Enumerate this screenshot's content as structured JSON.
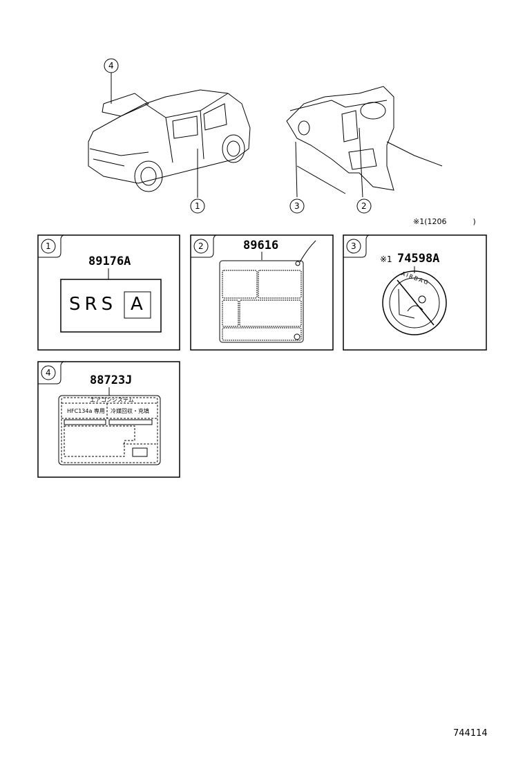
{
  "callouts": [
    "1",
    "2",
    "3",
    "4"
  ],
  "note": {
    "mark": "※1",
    "text": "(1206",
    "close": ")"
  },
  "panels": [
    {
      "index": "1",
      "part_number": "89176A",
      "label_text": "SRS",
      "label_box": "A"
    },
    {
      "index": "2",
      "part_number": "89616"
    },
    {
      "index": "3",
      "prefix": "※1",
      "part_number": "74598A",
      "ring_text": "AIRBAG"
    },
    {
      "index": "4",
      "part_number": "88723J",
      "header": "エアコンシステム",
      "refrigerant": "HFC134a 専用",
      "warning": "冷媒回収・充填"
    }
  ],
  "figure_id": "744114"
}
